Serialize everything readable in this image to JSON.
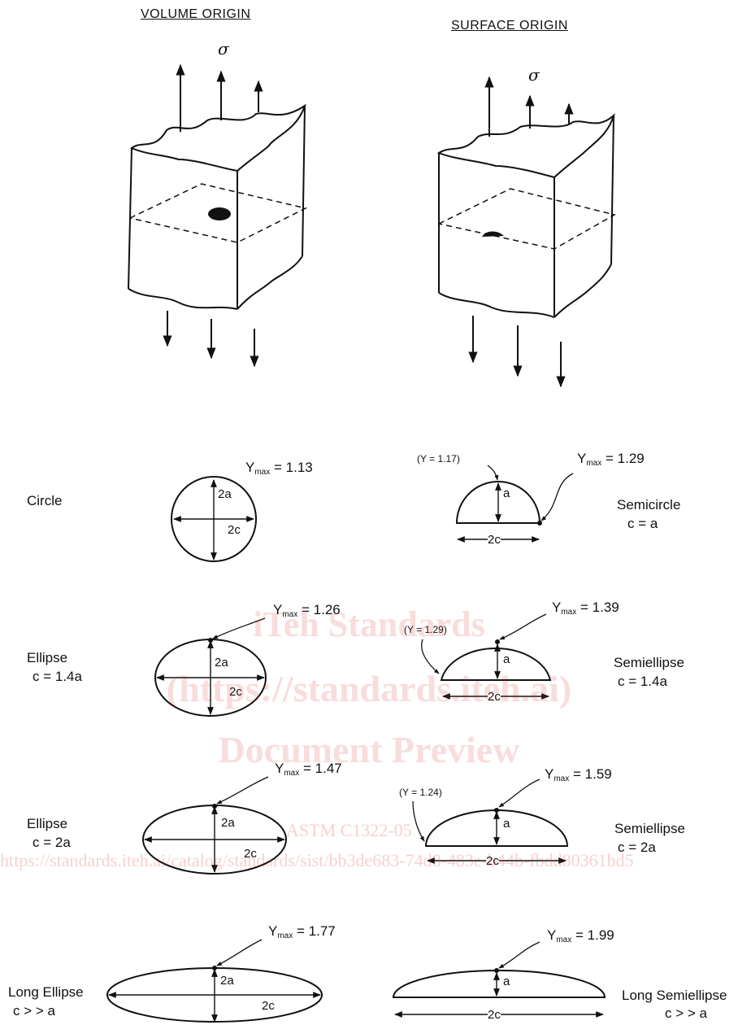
{
  "headers": {
    "volume": "VOLUME ORIGIN",
    "surface": "SURFACE ORIGIN",
    "sigma": "σ"
  },
  "rows": [
    {
      "left": {
        "shape": "Circle",
        "cond": "",
        "y": "1.13",
        "d1": "2a",
        "d2": "2c"
      },
      "right": {
        "shape": "Semicircle",
        "cond": "c = a",
        "y": "1.29",
        "note": "(Y = 1.17)",
        "d1": "a",
        "d2": "2c"
      }
    },
    {
      "left": {
        "shape": "Ellipse",
        "cond": "c = 1.4a",
        "y": "1.26",
        "d1": "2a",
        "d2": "2c"
      },
      "right": {
        "shape": "Semiellipse",
        "cond": "c = 1.4a",
        "y": "1.39",
        "note": "(Y = 1.29)",
        "d1": "a",
        "d2": "2c"
      }
    },
    {
      "left": {
        "shape": "Ellipse",
        "cond": "c = 2a",
        "y": "1.47",
        "d1": "2a",
        "d2": "2c"
      },
      "right": {
        "shape": "Semiellipse",
        "cond": "c = 2a",
        "y": "1.59",
        "note": "(Y = 1.24)",
        "d1": "a",
        "d2": "2c"
      }
    },
    {
      "left": {
        "shape": "Long Ellipse",
        "cond": "c > > a",
        "y": "1.77",
        "d1": "2a",
        "d2": "2c"
      },
      "right": {
        "shape": "Long Semiellipse",
        "cond": "c > > a",
        "y": "1.99",
        "d1": "a",
        "d2": "2c"
      }
    }
  ],
  "ymax": {
    "prefix": "Y",
    "sub": "max",
    "eq": "="
  },
  "watermark": {
    "line1": "iTeh Standards",
    "line2": "(https://standards.iteh.ai)",
    "line3": "Document Preview",
    "line4": "ASTM C1322-05",
    "line5": "https://standards.iteh.ai/catalog/standards/sist/bb3de683-74d8-483e-b44b-fbdd80361bd5"
  },
  "colors": {
    "ink": "#111111",
    "watermark": "#dc2828"
  }
}
